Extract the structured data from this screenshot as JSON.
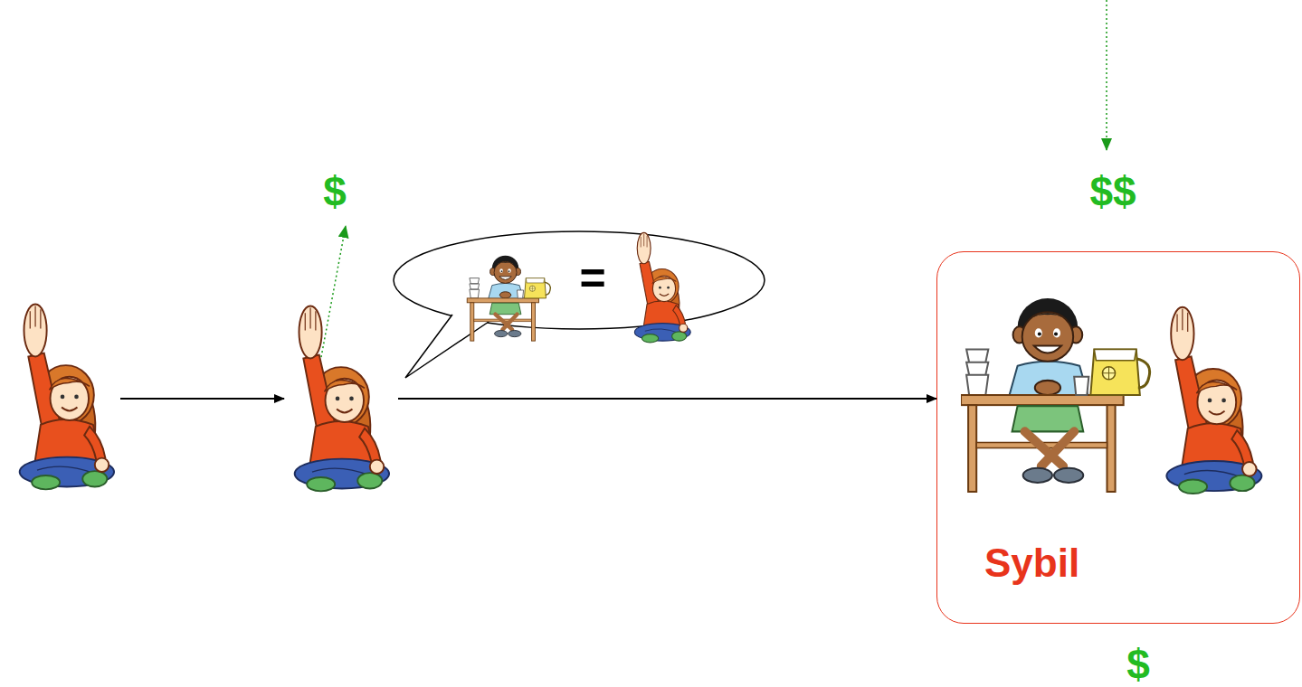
{
  "diagram": {
    "nodes": [
      {
        "text": [
          "="
        ]
      },
      {
        "text": [
          "Sybil"
        ]
      }
    ],
    "labels": [
      "$",
      "$$",
      "$"
    ]
  }
}
